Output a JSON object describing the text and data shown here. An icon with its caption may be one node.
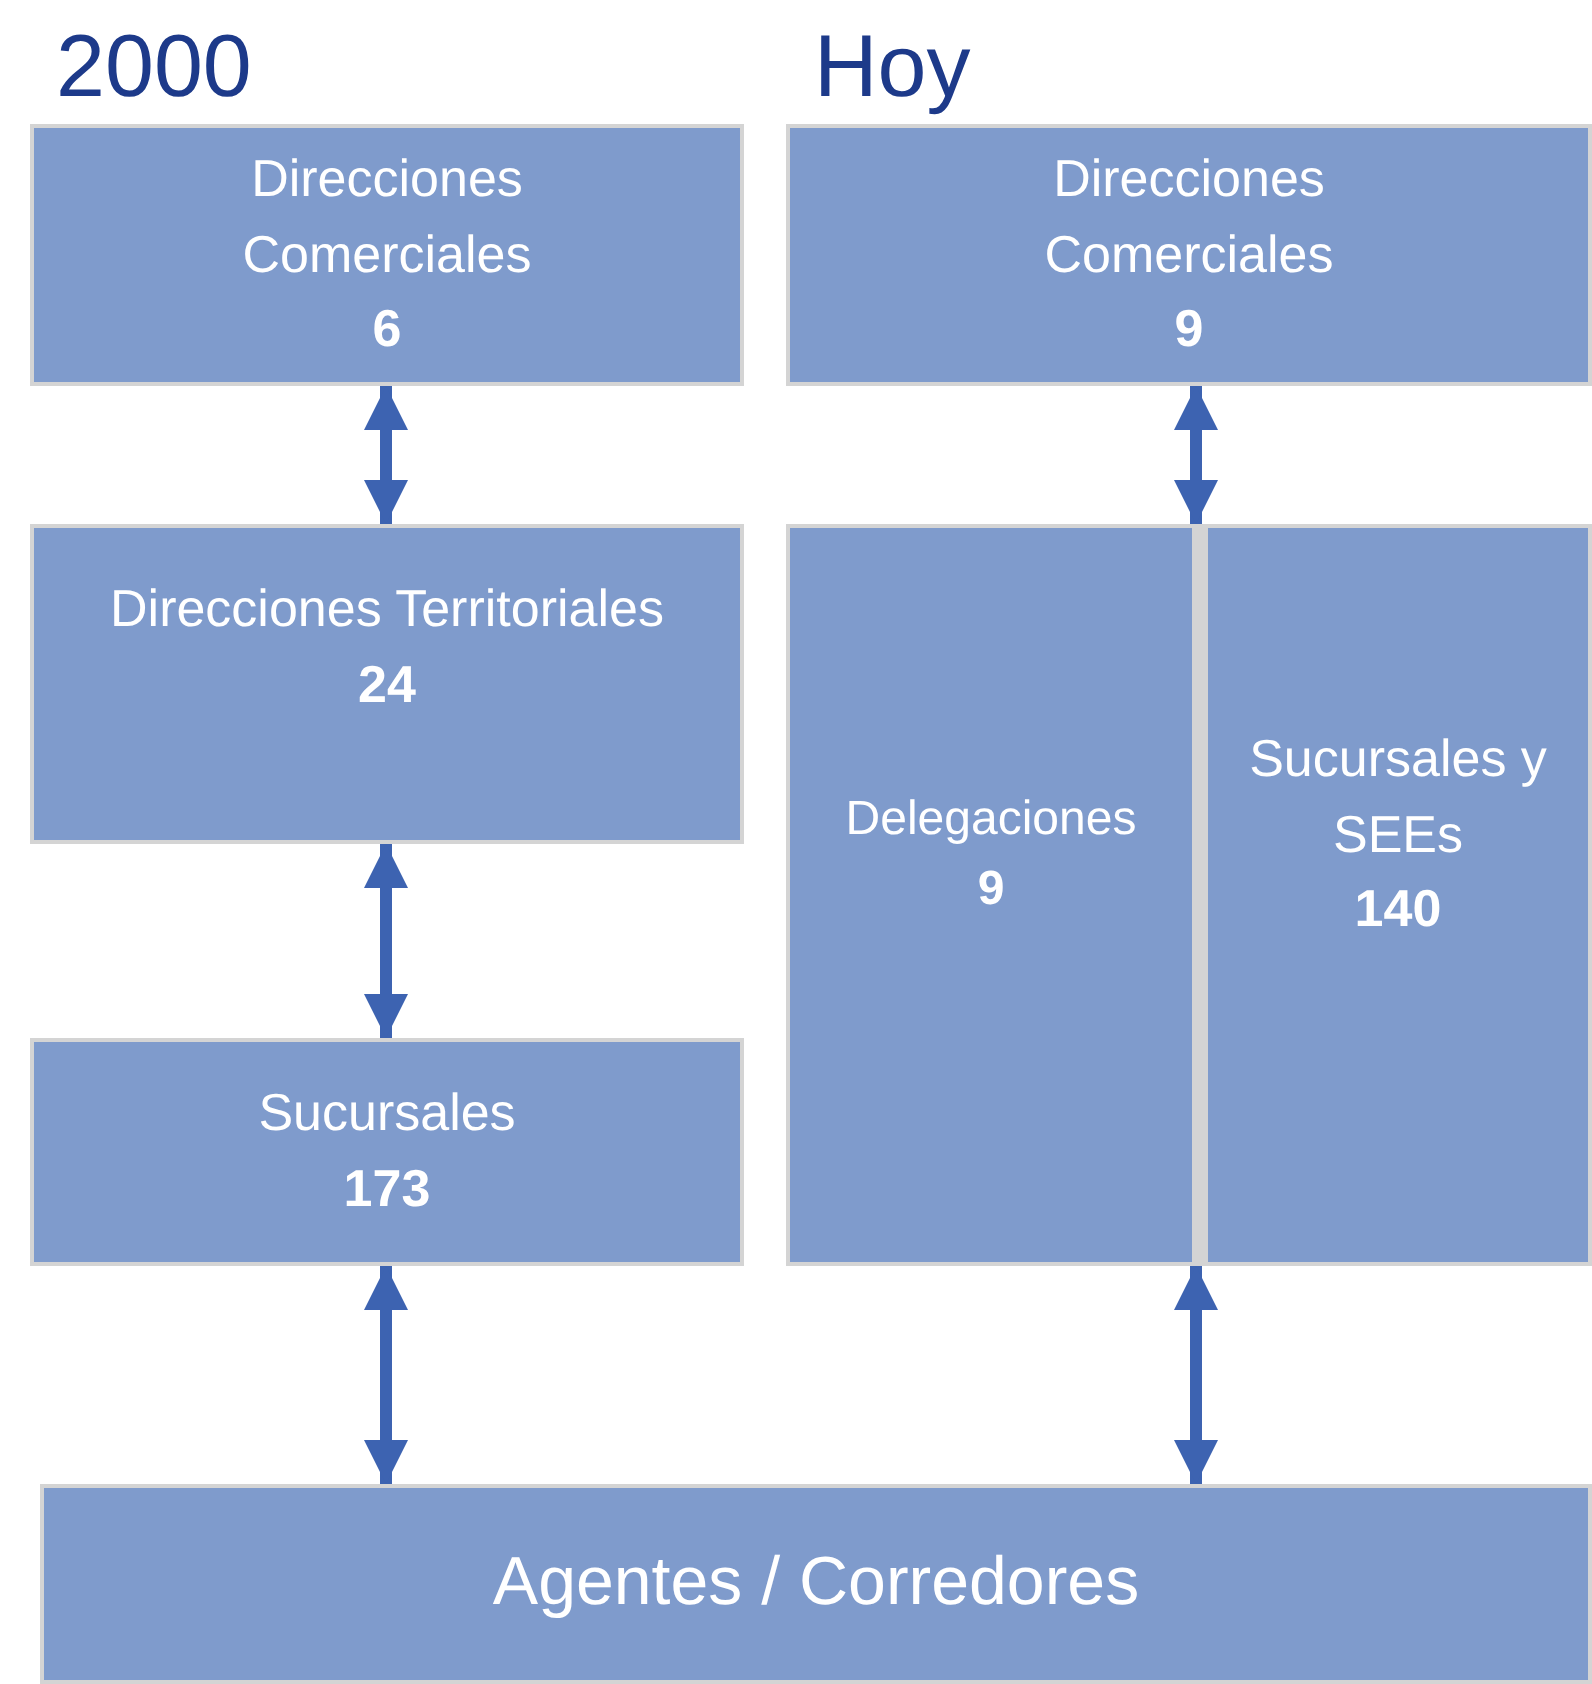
{
  "diagram": {
    "nodes": [
      {
        "text": [
          "Direcciones Comerciales",
          "6"
        ]
      },
      {
        "text": [
          "Direcciones Territoriales",
          "24"
        ]
      },
      {
        "text": [
          "Sucursales",
          "173"
        ]
      },
      {
        "text": [
          "Direcciones Comerciales",
          "9"
        ]
      },
      {
        "text": [
          "Delegaciones",
          "9"
        ]
      },
      {
        "text": [
          "Sucursales y SEEs",
          "140"
        ]
      },
      {
        "text": [
          "Agentes / Corredores"
        ]
      }
    ],
    "edges": [
      {
        "from": 0,
        "to": 1,
        "arrow": "both"
      },
      {
        "from": 1,
        "to": 2,
        "arrow": "both"
      },
      {
        "from": 2,
        "to": 6,
        "arrow": "both"
      },
      {
        "from": 3,
        "to": 4,
        "arrow": "both"
      },
      {
        "from": 3,
        "to": 5,
        "arrow": "both"
      },
      {
        "from": 4,
        "to": 6,
        "arrow": "both"
      },
      {
        "from": 5,
        "to": 6,
        "arrow": "both"
      }
    ],
    "labels": [
      "2000",
      "Hoy"
    ]
  }
}
